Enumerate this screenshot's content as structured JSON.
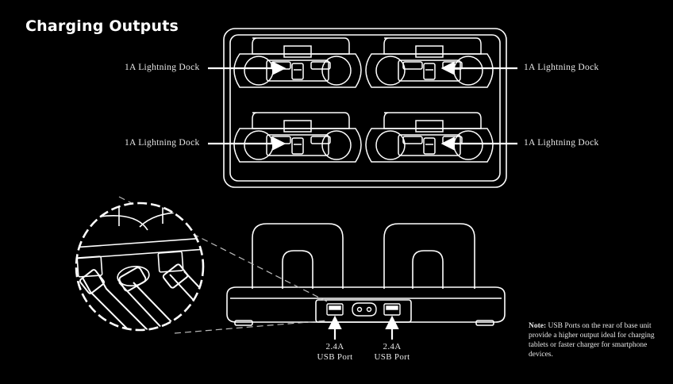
{
  "title": "Charging Outputs",
  "top_view": {
    "docks": [
      {
        "label": "1A Lightning Dock"
      },
      {
        "label": "1A Lightning Dock"
      },
      {
        "label": "1A Lightning Dock"
      },
      {
        "label": "1A Lightning Dock"
      }
    ]
  },
  "rear_view": {
    "ports": [
      {
        "line1": "2.4A",
        "line2": "USB Port"
      },
      {
        "line1": "2.4A",
        "line2": "USB Port"
      }
    ]
  },
  "note": {
    "label": "Note:",
    "text": "USB Ports on the rear of base unit provide a higher output ideal for charging tablets or faster charger for smartphone devices."
  },
  "colors": {
    "background": "#000000",
    "line": "#ffffff"
  }
}
